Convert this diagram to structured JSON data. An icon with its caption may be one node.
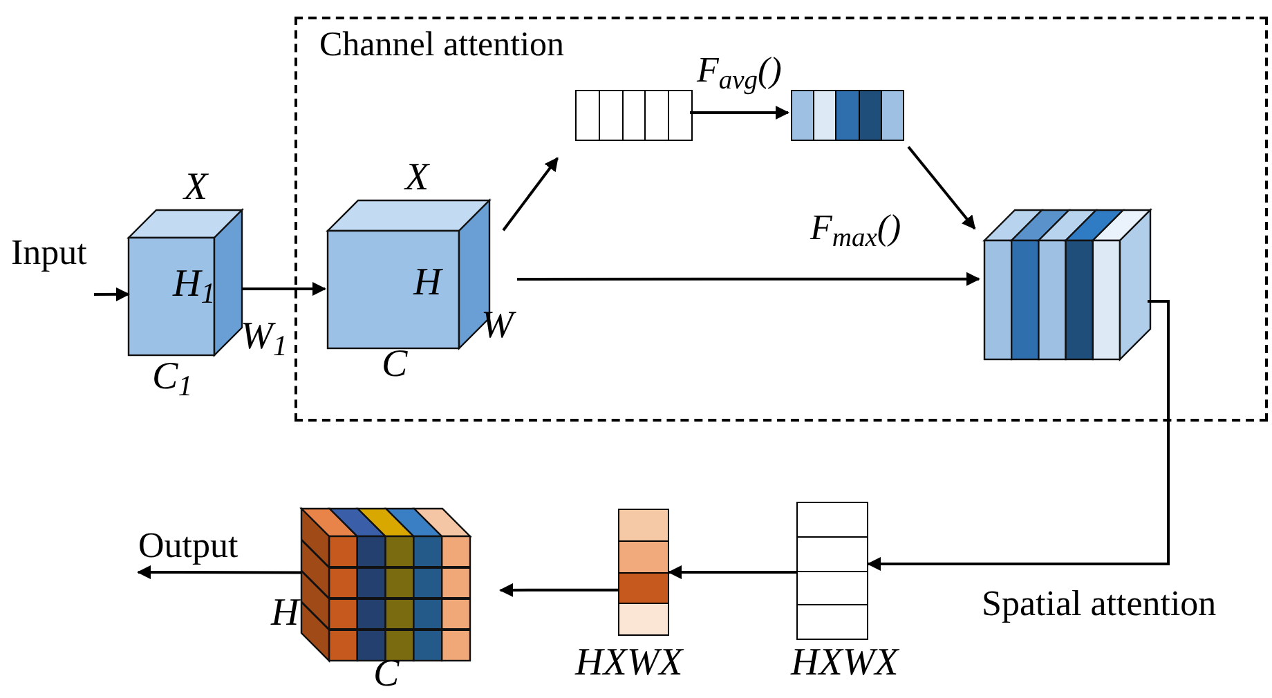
{
  "diagram": {
    "nodes": [
      {
        "text": [
          "Input"
        ]
      },
      {
        "text": [
          "H$_{1}$"
        ],
        "beside": [
          "X",
          "W$_{1}$",
          "C$_{1}$"
        ]
      },
      {
        "text": [
          "Channel attention"
        ]
      },
      {
        "text": [
          "H"
        ],
        "in": 2,
        "beside": [
          "X",
          "W",
          "C"
        ]
      },
      {
        "text": [],
        "shape": "bar",
        "in": 2
      },
      {
        "text": [],
        "shape": "bar",
        "in": 2
      },
      {
        "text": [],
        "shape": "cube",
        "in": 2
      },
      {
        "text": [],
        "shape": "bar",
        "beside": [
          "HXWX"
        ]
      },
      {
        "text": [],
        "shape": "bar",
        "beside": [
          "HXWX"
        ]
      },
      {
        "text": [],
        "shape": "cube",
        "beside": [
          "H",
          "C"
        ]
      },
      {
        "text": [
          "Output"
        ]
      }
    ],
    "edges": [
      {
        "from": 0,
        "to": 1,
        "arrow": "to"
      },
      {
        "from": 1,
        "to": 3,
        "arrow": "to"
      },
      {
        "from": 3,
        "to": 4,
        "arrow": "to"
      },
      {
        "from": 4,
        "to": 5,
        "arrow": "to",
        "label": "F$_{avg}$()"
      },
      {
        "from": 5,
        "to": 6,
        "arrow": "to"
      },
      {
        "from": 3,
        "to": 6,
        "arrow": "to",
        "label": "F$_{max}$()"
      },
      {
        "from": 6,
        "to": 7,
        "arrow": "to",
        "label": "Spatial attention"
      },
      {
        "from": 7,
        "to": 8,
        "arrow": "to"
      },
      {
        "from": 8,
        "to": 9,
        "arrow": "to"
      },
      {
        "from": 9,
        "to": 10,
        "arrow": "to"
      }
    ]
  }
}
